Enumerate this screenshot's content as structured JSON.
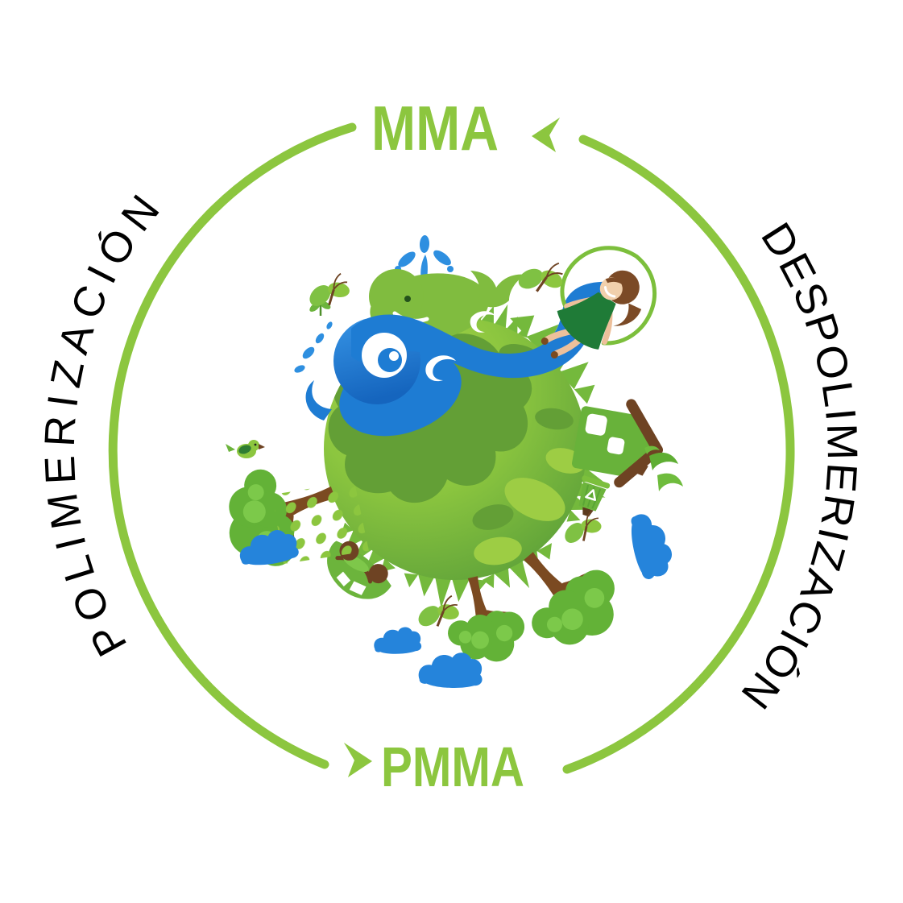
{
  "diagram": {
    "type": "circular-cycle",
    "nodes": [
      {
        "id": "mma",
        "label": "MMA",
        "position": "top"
      },
      {
        "id": "pmma",
        "label": "PMMA",
        "position": "bottom"
      }
    ],
    "edges": [
      {
        "id": "left-edge",
        "label": "POLIMERIZACIÓN",
        "from": "MMA",
        "to": "PMMA",
        "side": "left",
        "arrow_direction": "right",
        "arrow_location": "bottom, pointing to PMMA"
      },
      {
        "id": "right-edge",
        "label": "DESPOLIMERIZACIÓN",
        "from": "PMMA",
        "to": "MMA",
        "side": "right",
        "arrow_direction": "left",
        "arrow_location": "top, pointing to MMA"
      }
    ],
    "colors": {
      "accent_green": "#8CC63F",
      "edge_label_color": "#000000",
      "background": "#FFFFFF",
      "illustration_blue": "#1E7CD3",
      "illustration_dark_green": "#1F7B37",
      "illustration_brown": "#7B4A21"
    },
    "center_illustration": {
      "description": "Cartoon green planet Earth: whale with water spout on an ocean wave, girl jumping rope, house with leaf smoke, recycling bin, trees, bird, eco car, green rain, blue clouds and butterflies",
      "icons": [
        "globe",
        "whale",
        "ocean-wave",
        "water-spout",
        "girl-jumping-rope",
        "house",
        "recycling-bin",
        "tree",
        "bird",
        "car",
        "rain",
        "cloud",
        "butterfly",
        "sprout",
        "grass"
      ]
    }
  }
}
